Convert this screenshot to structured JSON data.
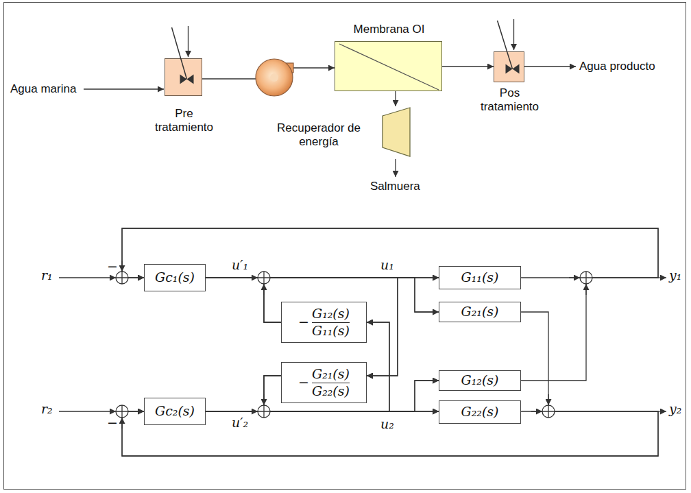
{
  "diagram": {
    "nodes": [
      {
        "text": [
          "Pre tratamiento"
        ]
      },
      {
        "text": [
          "Membrana OI"
        ]
      },
      {
        "text": [
          "Recuperador de energía"
        ]
      },
      {
        "text": [
          "Pos tratamiento"
        ]
      },
      {
        "text": [
          "Gc₁(s)"
        ]
      },
      {
        "text": [
          "−",
          "G₁₂(s)",
          "G₁₁(s)"
        ]
      },
      {
        "text": [
          "G₁₁(s)"
        ]
      },
      {
        "text": [
          "G₂₁(s)"
        ]
      },
      {
        "text": [
          "−",
          "G₂₁(s)",
          "G₂₂(s)"
        ]
      },
      {
        "text": [
          "G₁₂(s)"
        ]
      },
      {
        "text": [
          "Gc₂(s)"
        ]
      },
      {
        "text": [
          "G₂₂(s)"
        ]
      }
    ],
    "edges": [
      {
        "from": 0,
        "to": 1,
        "arrow": "to"
      },
      {
        "from": 1,
        "to": 3,
        "arrow": "to"
      },
      {
        "from": 1,
        "to": 2,
        "arrow": "to"
      },
      {
        "from": 4,
        "to": 6,
        "arrow": "to"
      },
      {
        "from": 4,
        "to": 7,
        "arrow": "to"
      },
      {
        "from": 4,
        "to": 8,
        "arrow": "to"
      },
      {
        "from": 5,
        "to": 6,
        "arrow": "to"
      },
      {
        "from": 5,
        "to": 7,
        "arrow": "to"
      },
      {
        "from": 5,
        "to": 8,
        "arrow": "to"
      },
      {
        "from": 10,
        "to": 11,
        "arrow": "to"
      },
      {
        "from": 10,
        "to": 9,
        "arrow": "to"
      },
      {
        "from": 10,
        "to": 5,
        "arrow": "to"
      },
      {
        "from": 8,
        "to": 11,
        "arrow": "to"
      },
      {
        "from": 8,
        "to": 9,
        "arrow": "to"
      },
      {
        "from": 8,
        "to": 5,
        "arrow": "to"
      },
      {
        "from": 6,
        "to": 4,
        "arrow": "to"
      },
      {
        "from": 9,
        "to": 4,
        "arrow": "to"
      },
      {
        "from": 7,
        "to": 10,
        "arrow": "to"
      },
      {
        "from": 11,
        "to": 10,
        "arrow": "to"
      }
    ],
    "labels": [
      "Agua marina",
      "Agua producto",
      "Salmuera",
      "r₁",
      "u′₁",
      "u₁",
      "y₁",
      "r₂",
      "u′₂",
      "u₂",
      "y₂",
      "−",
      "−"
    ]
  }
}
